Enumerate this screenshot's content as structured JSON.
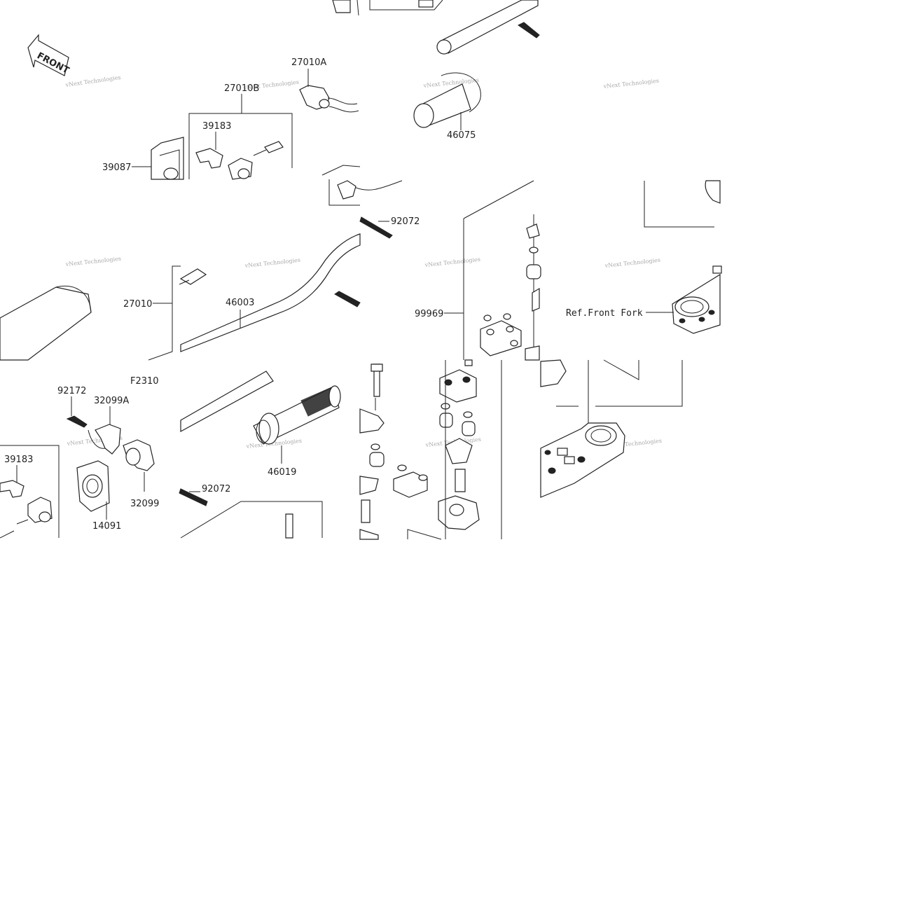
{
  "diagram": {
    "front_label": "FRONT",
    "figure_code": "F2310",
    "watermark": "vNext Technologies",
    "ref_label": "Ref.Front Fork",
    "parts": {
      "p27010A": "27010A",
      "p27010B": "27010B",
      "p39183a": "39183",
      "p39087": "39087",
      "p46075": "46075",
      "p92072a": "92072",
      "p27010": "27010",
      "p46003": "46003",
      "p99969": "99969",
      "p92172": "92172",
      "p32099A": "32099A",
      "p39183b": "39183",
      "p46019": "46019",
      "p92072b": "92072",
      "p32099": "32099",
      "p14091": "14091"
    }
  }
}
